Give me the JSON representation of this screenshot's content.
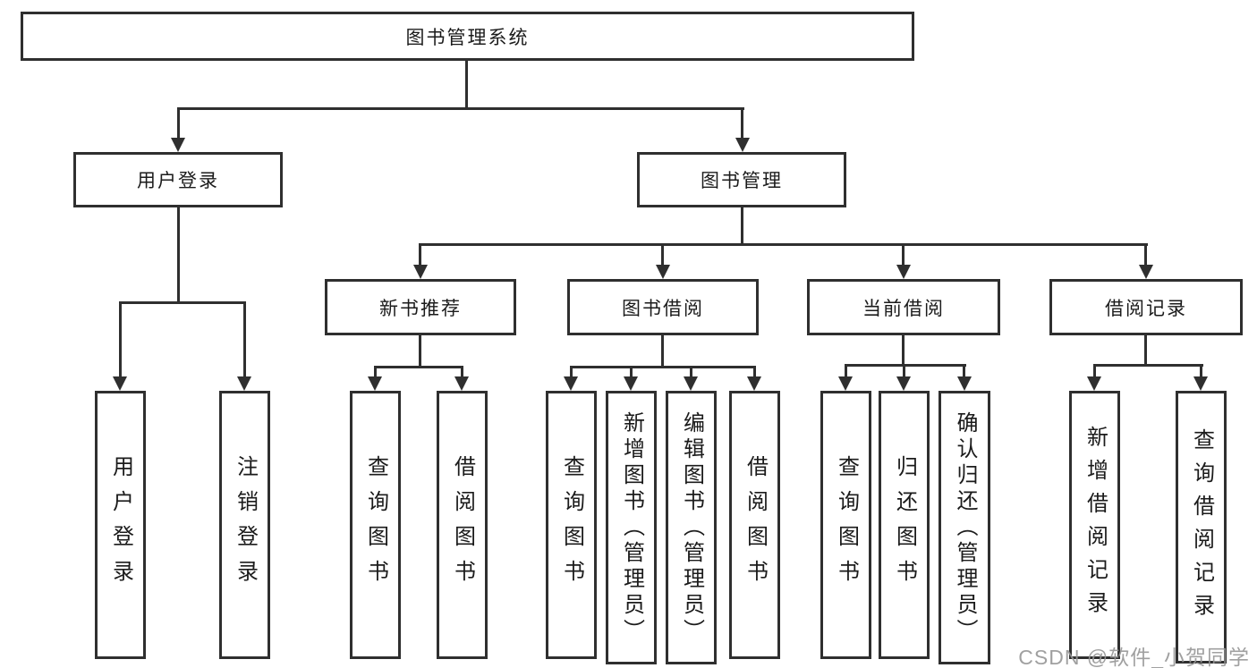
{
  "colors": {
    "line": "#2f2f2f",
    "text": "#1b1b1b",
    "watermark": "#969696",
    "background": "#ffffff"
  },
  "watermark": {
    "text": "CSDN @软件_小贺同学"
  },
  "tree": {
    "label": "图书管理系统",
    "children": [
      {
        "label": "用户登录",
        "children": [
          {
            "label": "用户登录"
          },
          {
            "label": "注销登录"
          }
        ]
      },
      {
        "label": "图书管理",
        "children": [
          {
            "label": "新书推荐",
            "children": [
              {
                "label": "查询图书"
              },
              {
                "label": "借阅图书"
              }
            ]
          },
          {
            "label": "图书借阅",
            "children": [
              {
                "label": "查询图书"
              },
              {
                "label": "新增图书（管理员）"
              },
              {
                "label": "编辑图书（管理员）"
              },
              {
                "label": "借阅图书"
              }
            ]
          },
          {
            "label": "当前借阅",
            "children": [
              {
                "label": "查询图书"
              },
              {
                "label": "归还图书"
              },
              {
                "label": "确认归还（管理员）"
              }
            ]
          },
          {
            "label": "借阅记录",
            "children": [
              {
                "label": "新增借阅记录"
              },
              {
                "label": "查询借阅记录"
              }
            ]
          }
        ]
      }
    ]
  }
}
